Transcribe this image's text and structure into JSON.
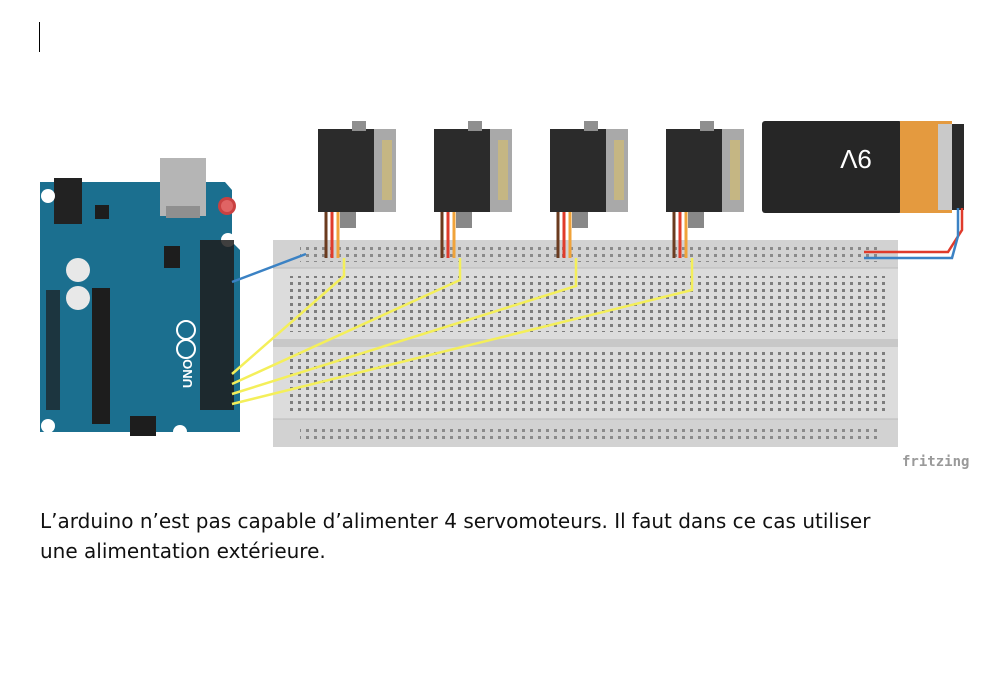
{
  "diagram": {
    "battery_label": "9V",
    "board_label": "UNO",
    "watermark": "fritzing",
    "colors": {
      "board": "#1b6f8f",
      "servo": "#2b2b2b",
      "battery_body": "#262626",
      "battery_cap": "#e49a3f",
      "breadboard": "#dcdcdc",
      "signal_wire": "#f4ef5a",
      "power_wire_red": "#e03b2b",
      "ground_wire_blue": "#3b82c4"
    }
  },
  "caption": {
    "line1": "L’arduino n’est pas capable d’alimenter 4 servomoteurs. Il faut dans ce cas utiliser",
    "line2": "une alimentation extérieure."
  }
}
